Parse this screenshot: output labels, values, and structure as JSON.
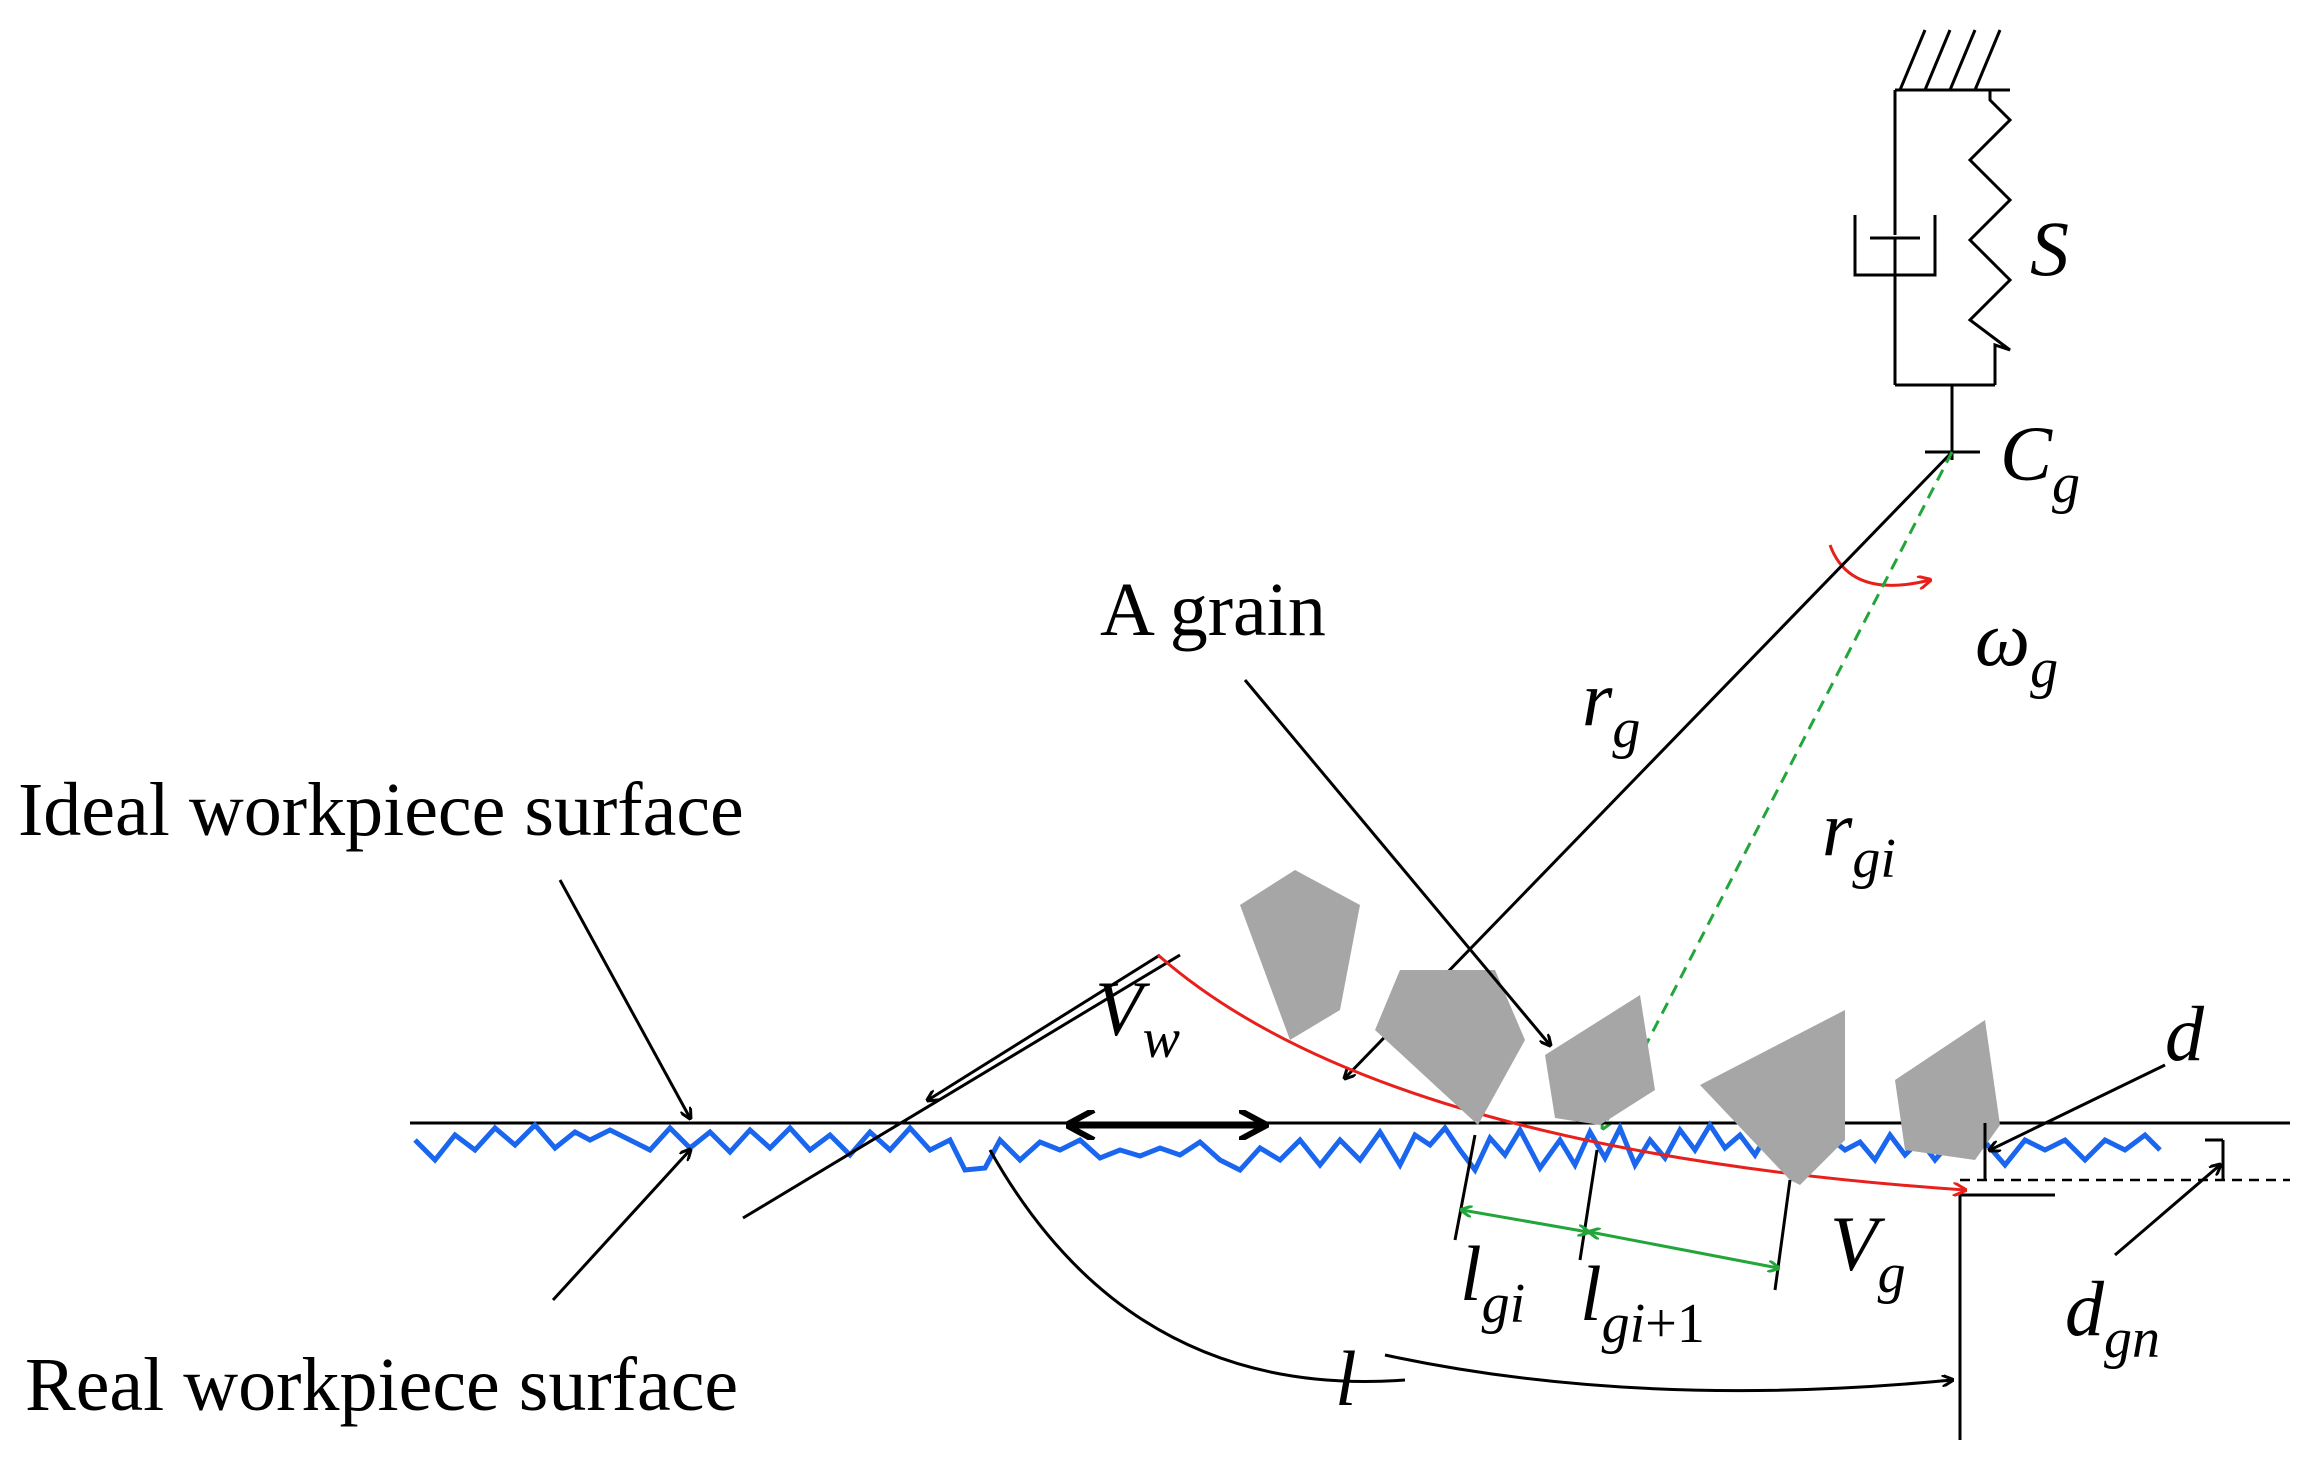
{
  "labels": {
    "ideal_surface": "Ideal workpiece surface",
    "real_surface": "Real workpiece surface",
    "a_grain": "A grain",
    "spring": "S",
    "center": "C",
    "center_sub": "g",
    "omega": "ω",
    "omega_sub": "g",
    "rg": "r",
    "rg_sub": "g",
    "rgi": "r",
    "rgi_sub": "gi",
    "vw": "V",
    "vw_sub": "w",
    "vg": "V",
    "vg_sub": "g",
    "lgi": "l",
    "lgi_sub": "gi",
    "lgi1": "l",
    "lgi1_sub": "gi",
    "lgi1_sub_plus": "+1",
    "l": "l",
    "d": "d",
    "dgn": "d",
    "dgn_sub": "gn"
  },
  "colors": {
    "real_surface": "#1a66ee",
    "contact_arc": "#e8201c",
    "radius_dashed": "#22a63a",
    "grain": "#a6a6a6",
    "rotation_arrow": "#e8201c"
  }
}
